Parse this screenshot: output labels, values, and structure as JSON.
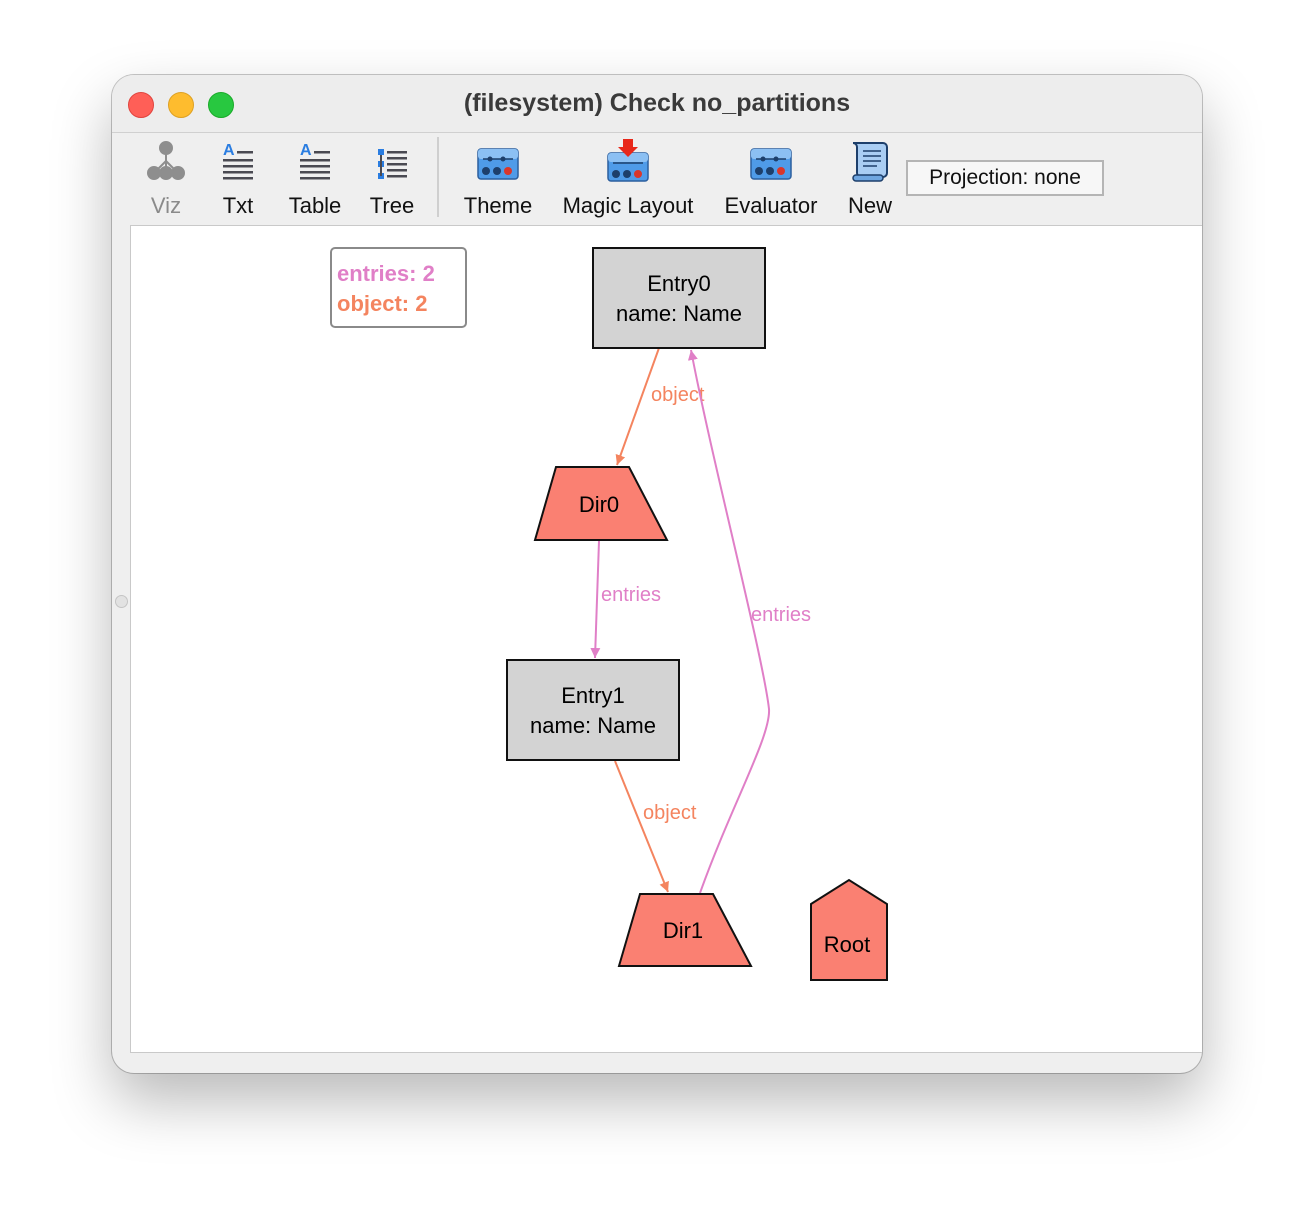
{
  "window": {
    "title": "(filesystem) Check no_partitions"
  },
  "toolbar": {
    "items": [
      {
        "label": "Viz",
        "icon": "viz-graph-icon",
        "enabled": false
      },
      {
        "label": "Txt",
        "icon": "text-view-icon",
        "enabled": true
      },
      {
        "label": "Table",
        "icon": "table-view-icon",
        "enabled": true
      },
      {
        "label": "Tree",
        "icon": "tree-view-icon",
        "enabled": true
      },
      {
        "label": "Theme",
        "icon": "theme-sliders-icon",
        "enabled": true
      },
      {
        "label": "Magic Layout",
        "icon": "magic-layout-icon",
        "enabled": true
      },
      {
        "label": "Evaluator",
        "icon": "evaluator-sliders-icon",
        "enabled": true
      },
      {
        "label": "New",
        "icon": "new-scroll-icon",
        "enabled": true
      }
    ],
    "projection": "Projection: none"
  },
  "legend": [
    {
      "text": "entries: 2",
      "color": "#e07fc7"
    },
    {
      "text": "object: 2",
      "color": "#f4845f"
    }
  ],
  "graph": {
    "nodes": [
      {
        "id": "Entry0",
        "lines": [
          "Entry0",
          "name: Name"
        ],
        "shape": "rect",
        "fill": "#d3d3d3"
      },
      {
        "id": "Dir0",
        "lines": [
          "Dir0"
        ],
        "shape": "trapezium",
        "fill": "#fa8072"
      },
      {
        "id": "Entry1",
        "lines": [
          "Entry1",
          "name: Name"
        ],
        "shape": "rect",
        "fill": "#d3d3d3"
      },
      {
        "id": "Dir1",
        "lines": [
          "Dir1"
        ],
        "shape": "trapezium",
        "fill": "#fa8072"
      },
      {
        "id": "Root",
        "lines": [
          "Root"
        ],
        "shape": "house",
        "fill": "#fa8072"
      }
    ],
    "edges": [
      {
        "from": "Entry0",
        "to": "Dir0",
        "label": "object",
        "color": "#f4845f"
      },
      {
        "from": "Dir0",
        "to": "Entry1",
        "label": "entries",
        "color": "#e07fc7"
      },
      {
        "from": "Entry1",
        "to": "Dir1",
        "label": "object",
        "color": "#f4845f"
      },
      {
        "from": "Dir1",
        "to": "Entry0",
        "label": "entries",
        "color": "#e07fc7"
      }
    ]
  }
}
